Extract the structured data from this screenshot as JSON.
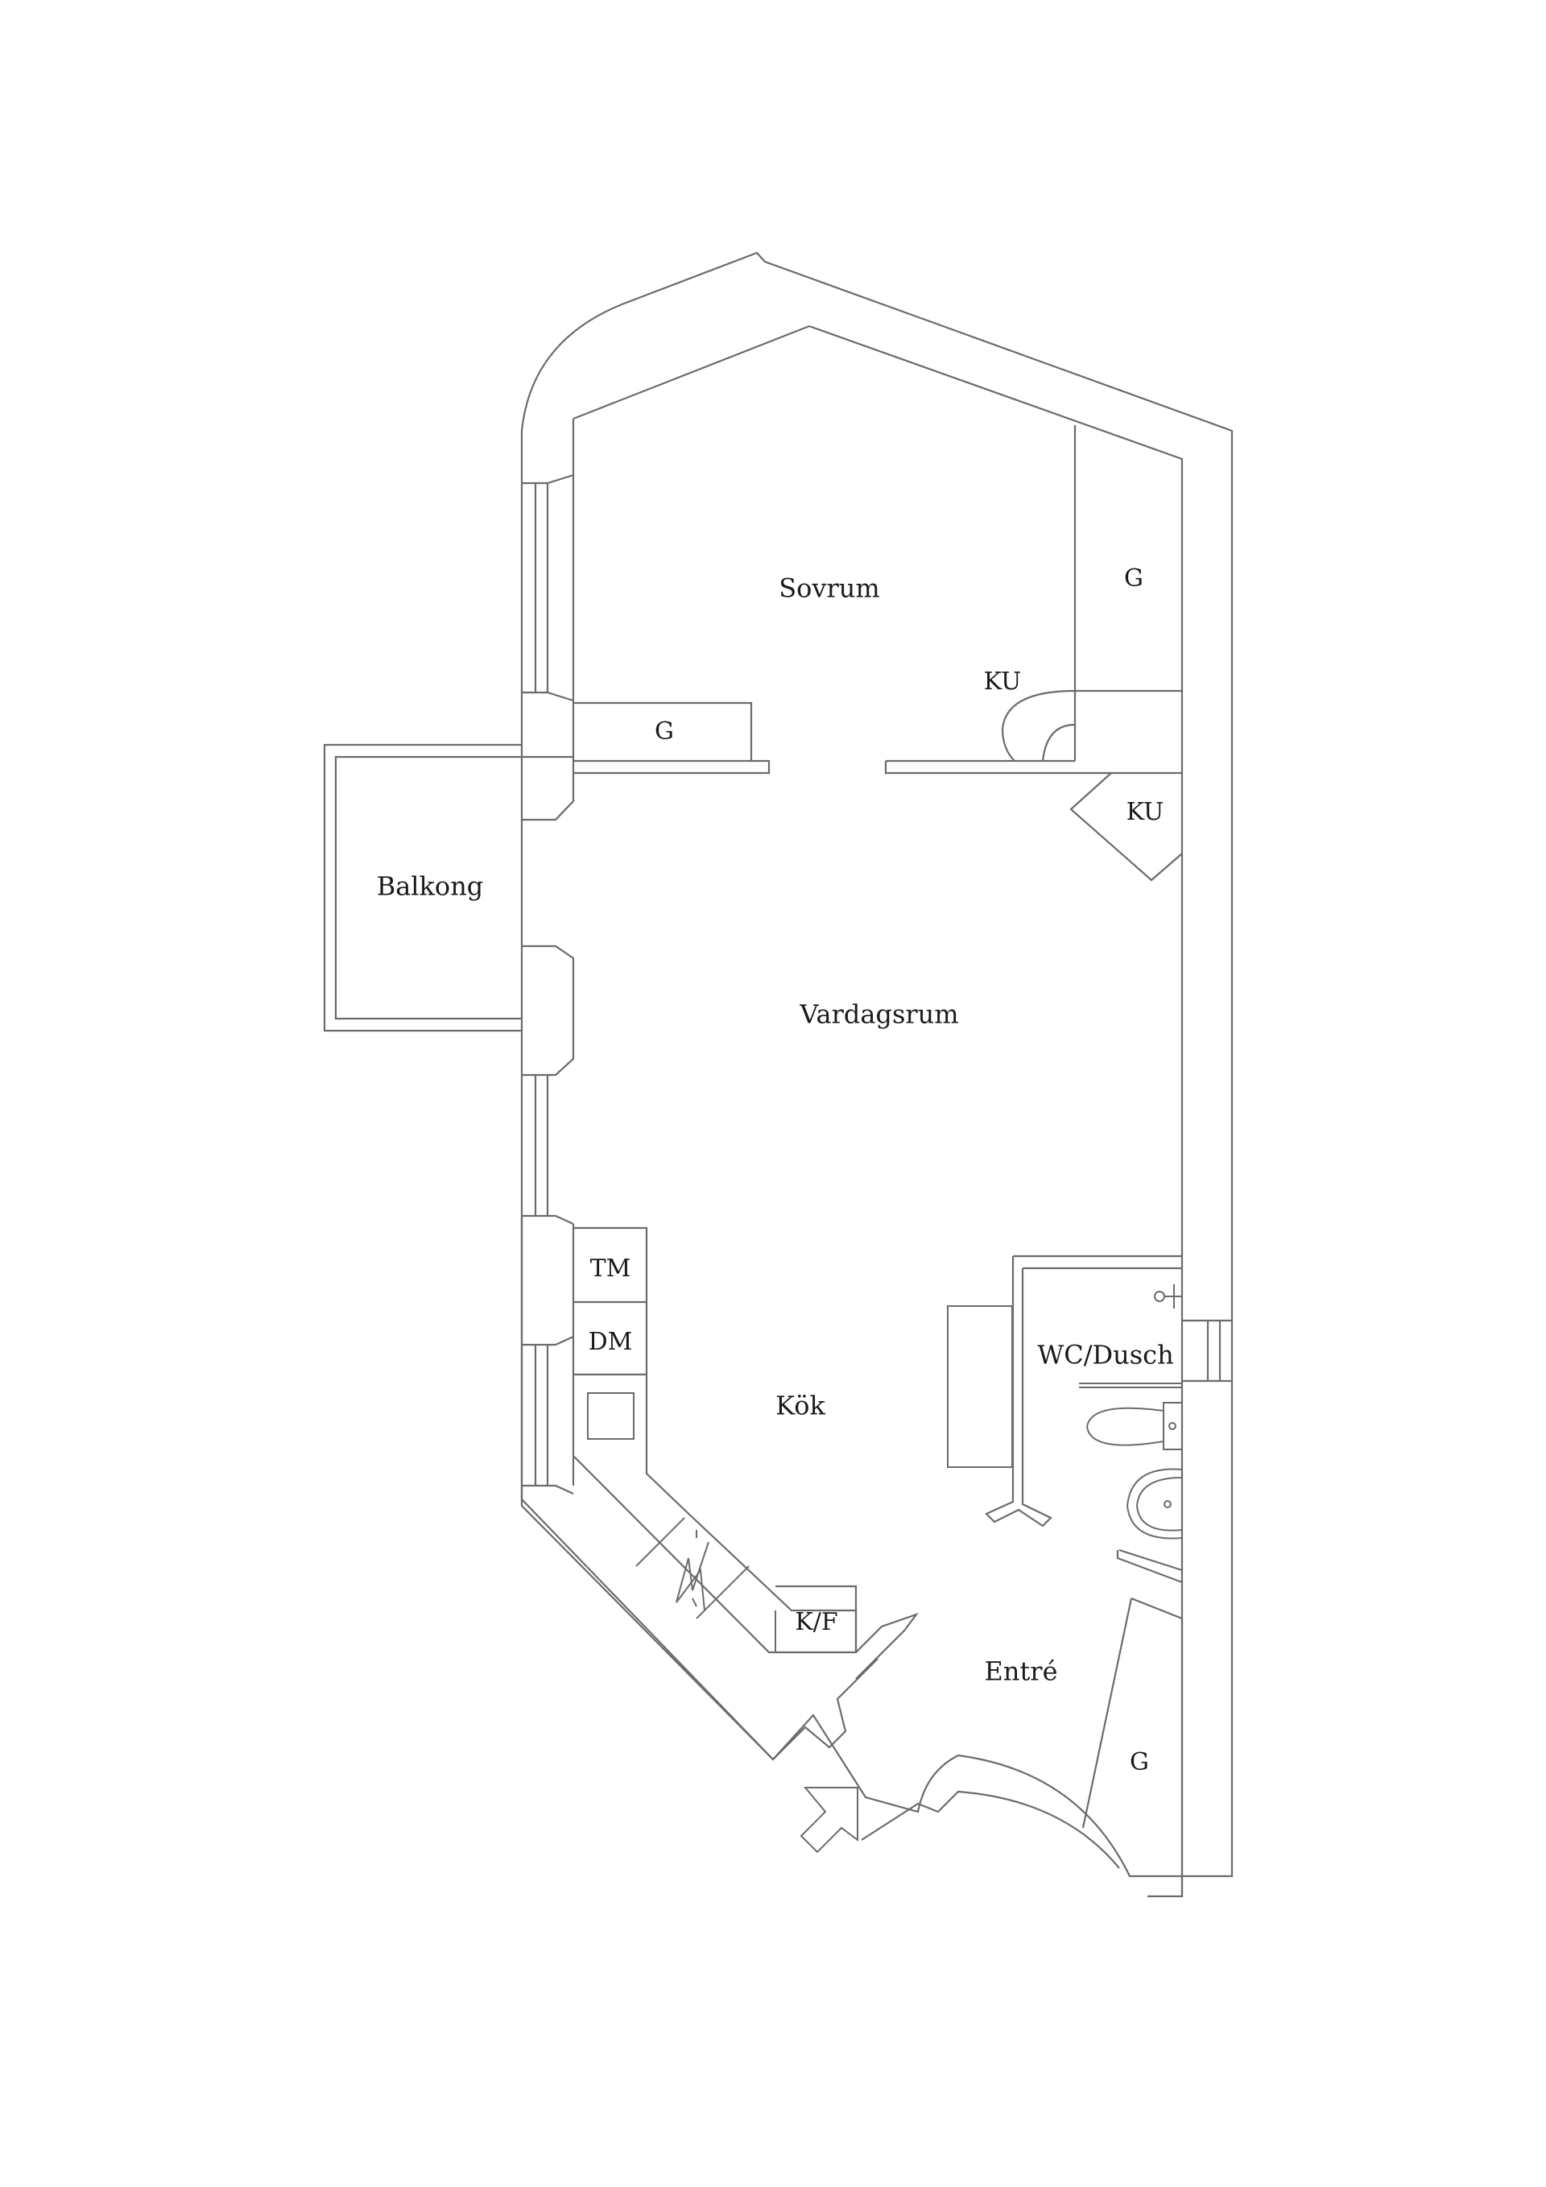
{
  "floor_plan": {
    "rooms": {
      "sovrum": "Sovrum",
      "balkong": "Balkong",
      "vardagsrum": "Vardagsrum",
      "kok": "Kök",
      "wc_dusch": "WC/Dusch",
      "entre": "Entré"
    },
    "fixtures": {
      "g_sovrum_right": "G",
      "g_sovrum_shelf": "G",
      "ku_sovrum": "KU",
      "ku_vardagsrum": "KU",
      "tm": "TM",
      "dm": "DM",
      "kf": "K/F",
      "g_entre": "G"
    }
  }
}
